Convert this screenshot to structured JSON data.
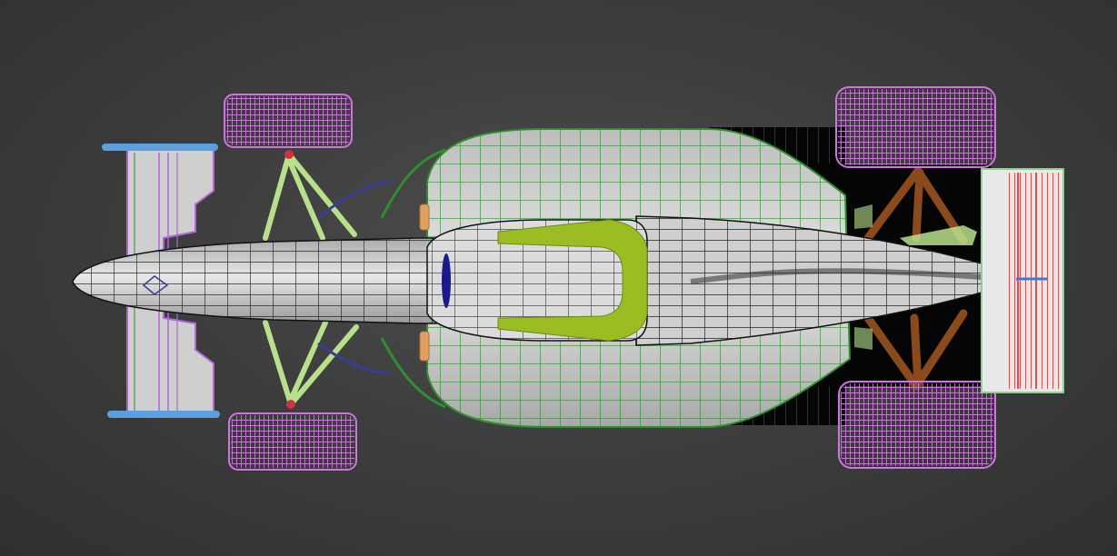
{
  "app": {
    "view": "top-orthographic",
    "shading": "wireframe-over-shaded"
  },
  "viewport": {
    "background_color": "#3a3a3a"
  },
  "model": {
    "object": "formula-race-car",
    "parts": [
      {
        "name": "body",
        "wire_color": "#2f8f2f",
        "fill_color": "#d8d8d8"
      },
      {
        "name": "nose",
        "wire_color": "#111111",
        "fill_color": "#d0d0d0"
      },
      {
        "name": "cockpit-rim",
        "fill_color": "#9bbd24"
      },
      {
        "name": "front-wing",
        "wire_color": "#b066d6",
        "fill_color": "#cfcfcf"
      },
      {
        "name": "front-wing-endplates",
        "fill_color": "#5b9fe0"
      },
      {
        "name": "tires",
        "wire_color": "#cc77dd"
      },
      {
        "name": "suspension",
        "fill_color": "#b8e08a"
      },
      {
        "name": "rear-structure",
        "fill_color": "#8b4a1b"
      },
      {
        "name": "rear-wing",
        "wire_color": "#e05050",
        "fill_color": "#e8e8e8"
      },
      {
        "name": "floor",
        "fill_color": "#050505"
      }
    ]
  }
}
